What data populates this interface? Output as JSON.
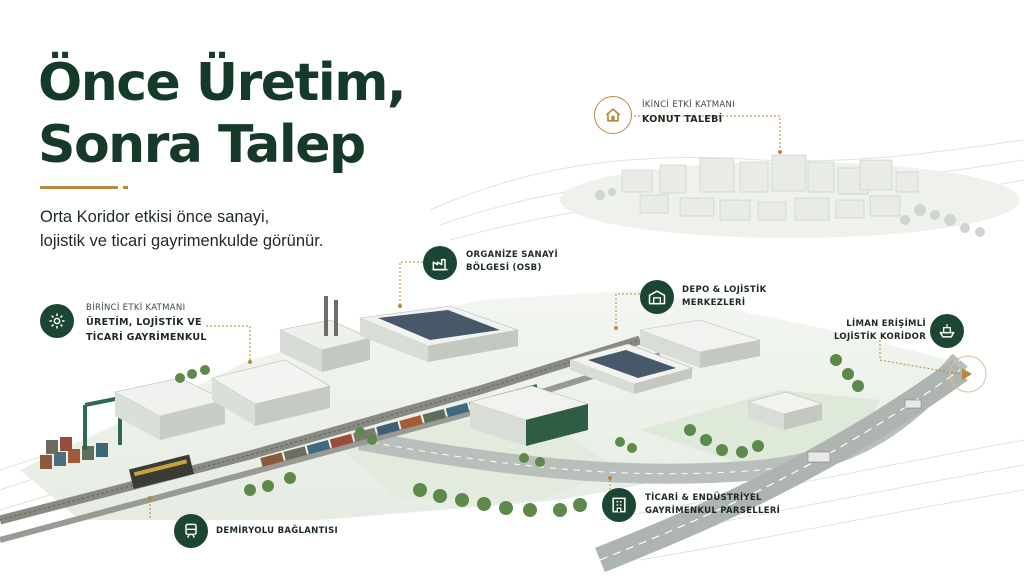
{
  "headline": {
    "line1": "Önce Üretim,",
    "line2": "Sonra Talep"
  },
  "lead": {
    "line1": "Orta Koridor etkisi önce sanayi,",
    "line2": "lojistik ve ticari gayrimenkulde görünür."
  },
  "callouts": {
    "second_tier": {
      "title": "İKİNCİ ETKİ KATMANI",
      "label": "KONUT TALEBİ",
      "icon": "house-icon"
    },
    "first_tier": {
      "title": "BİRİNCİ ETKİ KATMANI",
      "label_line1": "ÜRETİM, LOJİSTİK VE",
      "label_line2": "TİCARİ GAYRİMENKUL",
      "icon": "gear-icon"
    },
    "osb": {
      "label_line1": "ORGANİZE SANAYİ",
      "label_line2": "BÖLGESİ (OSB)",
      "icon": "factory-icon"
    },
    "depot": {
      "label_line1": "DEPO & LOJİSTİK",
      "label_line2": "MERKEZLERİ",
      "icon": "warehouse-icon"
    },
    "port": {
      "label_line1": "LİMAN ERİŞİMLİ",
      "label_line2": "LOJİSTİK KORİDOR",
      "icon": "ship-icon"
    },
    "railway": {
      "label": "DEMİRYOLU BAĞLANTISI",
      "icon": "train-icon"
    },
    "commercial": {
      "label_line1": "TİCARİ & ENDÜSTRİYEL",
      "label_line2": "GAYRİMENKUL PARSELLERİ",
      "icon": "building-icon"
    }
  },
  "colors": {
    "primary": "#153a2a",
    "badge": "#1c4634",
    "accent": "#b88a3e",
    "text": "#1d2a24"
  }
}
